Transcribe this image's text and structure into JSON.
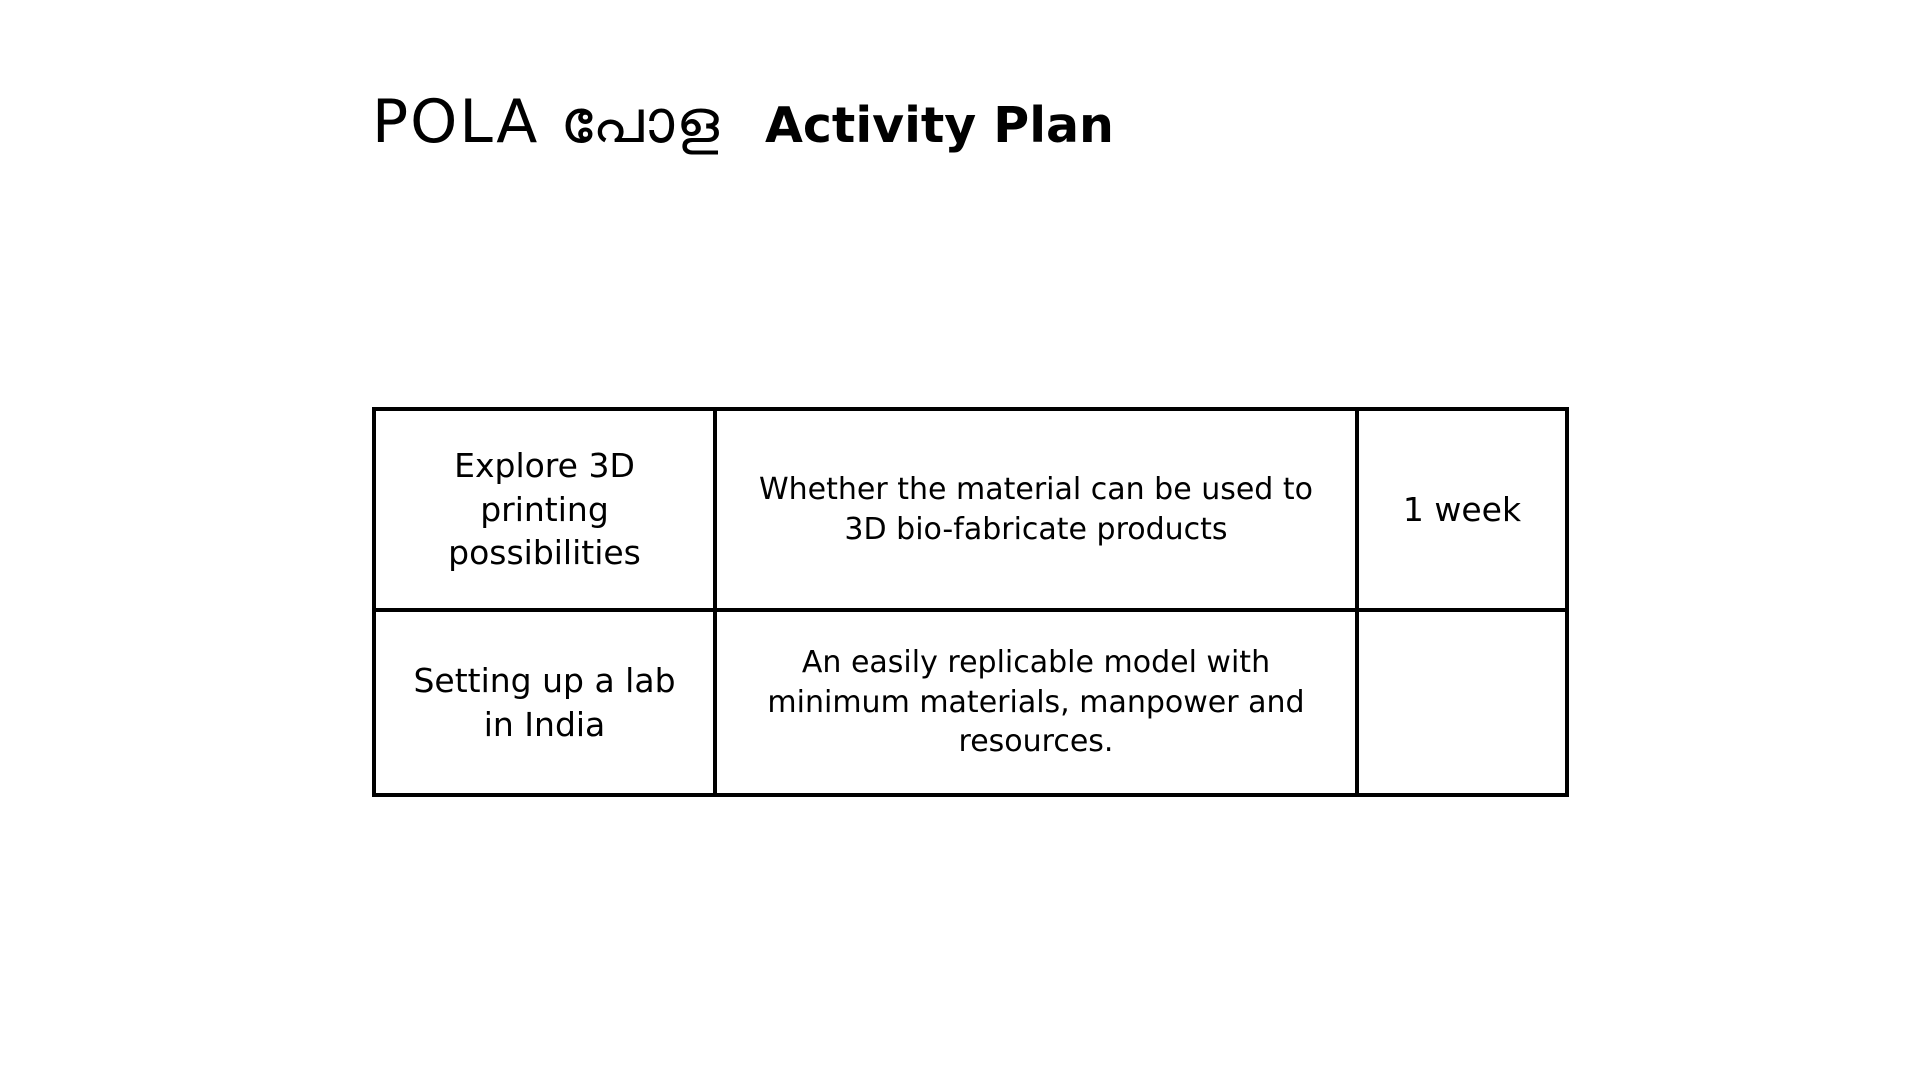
{
  "header": {
    "brand": "POLA പോള",
    "subtitle": "Activity Plan"
  },
  "table": {
    "rows": [
      {
        "activity": "Explore 3D printing possibilities",
        "outcome": "Whether the material can be used to 3D bio-fabricate products",
        "duration": "1 week"
      },
      {
        "activity": "Setting up a lab in India",
        "outcome": "An easily replicable model  with minimum materials, manpower and resources.",
        "duration": ""
      }
    ]
  }
}
